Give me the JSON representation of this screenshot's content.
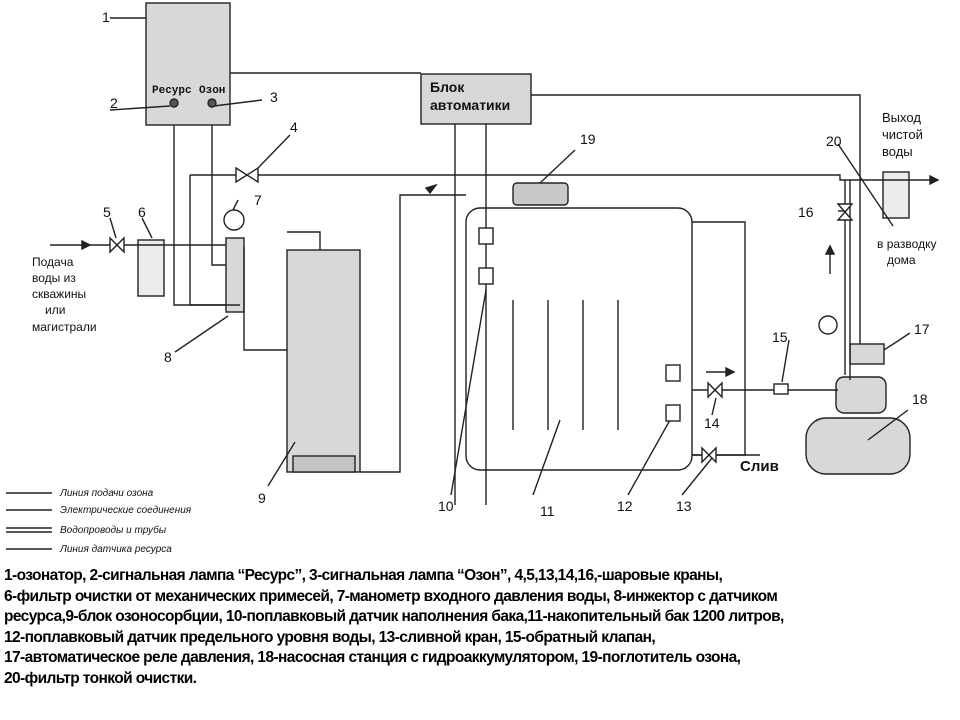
{
  "labels": {
    "n1": "1",
    "n2": "2",
    "n3": "3",
    "n4": "4",
    "n5": "5",
    "n6": "6",
    "n7": "7",
    "n8": "8",
    "n9": "9",
    "n10": "10",
    "n11": "11",
    "n12": "12",
    "n13": "13",
    "n14": "14",
    "n15": "15",
    "n16": "16",
    "n17": "17",
    "n18": "18",
    "n19": "19",
    "n20": "20",
    "resource": "Ресурс",
    "ozone": "Озон",
    "automatics_line1": "Блок",
    "automatics_line2": "автоматики",
    "inlet": [
      "Подача",
      "воды из",
      "скважины",
      "или",
      "магистрали"
    ],
    "outlet": [
      "Выход",
      "чистой",
      "воды"
    ],
    "distribution": [
      "в разводку",
      "дома"
    ],
    "drain": "Слив"
  },
  "legend": [
    "Линия подачи озона",
    "Электрические соединения",
    "Водопроводы и трубы",
    "Линия датчика ресурса"
  ],
  "caption": [
    "1-озонатор, 2-сигнальная лампа “Ресурс”, 3-сигнальная лампа “Озон”, 4,5,13,14,16,-шаровые краны,",
    "6-фильтр очистки от механических примесей, 7-манометр входного давления воды, 8-инжектор с датчиком",
    "ресурса,9-блок озоносорбции, 10-поплавковый датчик наполнения бака,11-накопительный бак 1200 литров,",
    "12-поплавковый датчик предельного уровня воды, 13-сливной кран,  15-обратный клапан,",
    "17-автоматическое реле давления, 18-насосная станция с гидроаккумулятором, 19-поглотитель озона,",
    "20-фильтр тонкой очистки."
  ]
}
